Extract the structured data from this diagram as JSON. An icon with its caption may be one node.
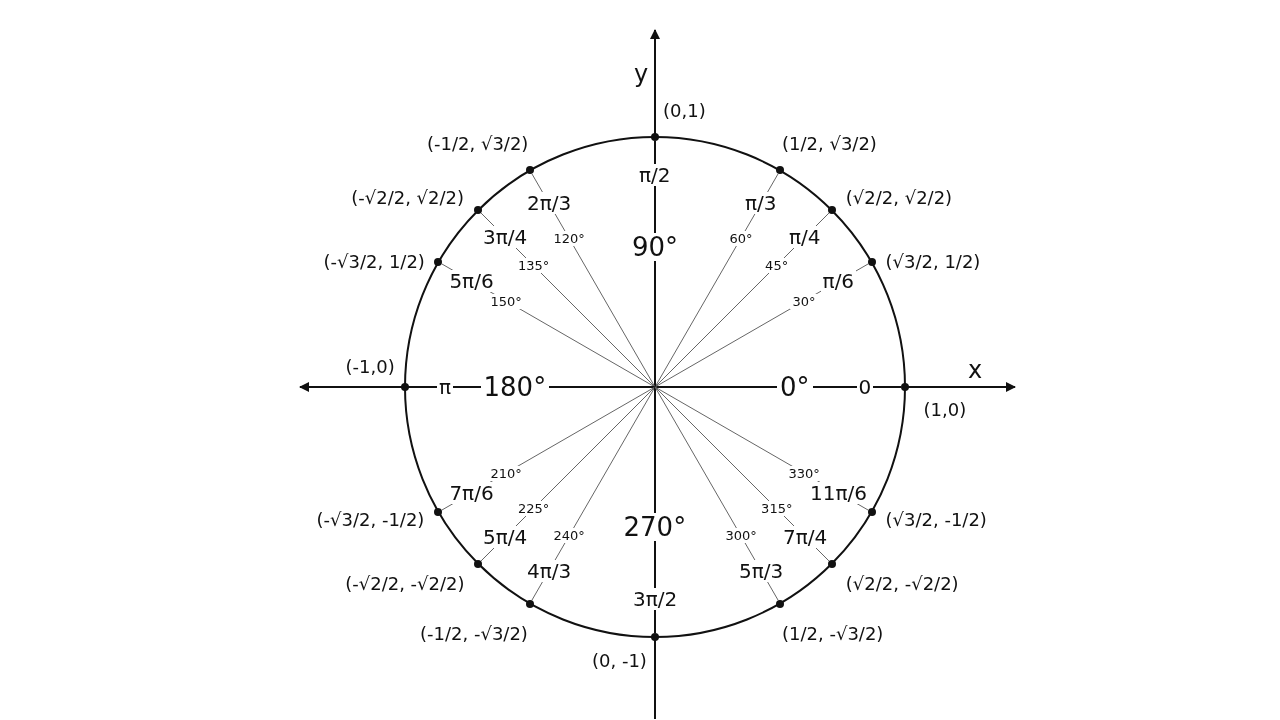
{
  "diagram": {
    "nodes": [
      {
        "text": [
          "(1,0)"
        ],
        "beside": [
          "0"
        ]
      },
      {
        "text": [
          "(√3/2, 1/2)"
        ],
        "beside": [
          "π/6"
        ]
      },
      {
        "text": [
          "(√2/2, √2/2)"
        ],
        "beside": [
          "π/4"
        ]
      },
      {
        "text": [
          "(1/2, √3/2)"
        ],
        "beside": [
          "π/3"
        ]
      },
      {
        "text": [
          "(0,1)"
        ],
        "beside": [
          "π/2"
        ]
      },
      {
        "text": [
          "(-1/2, √3/2)"
        ],
        "beside": [
          "2π/3"
        ]
      },
      {
        "text": [
          "(-√2/2, √2/2)"
        ],
        "beside": [
          "3π/4"
        ]
      },
      {
        "text": [
          "(-√3/2, 1/2)"
        ],
        "beside": [
          "5π/6"
        ]
      },
      {
        "text": [
          "(-1,0)"
        ],
        "beside": [
          "π"
        ]
      },
      {
        "text": [
          "(-√3/2, -1/2)"
        ],
        "beside": [
          "7π/6"
        ]
      },
      {
        "text": [
          "(-√2/2, -√2/2)"
        ],
        "beside": [
          "5π/4"
        ]
      },
      {
        "text": [
          "(-1/2, -√3/2)"
        ],
        "beside": [
          "4π/3"
        ]
      },
      {
        "text": [
          "(0, -1)"
        ],
        "beside": [
          "3π/2"
        ]
      },
      {
        "text": [
          "(1/2, -√3/2)"
        ],
        "beside": [
          "5π/3"
        ]
      },
      {
        "text": [
          "(√2/2, -√2/2)"
        ],
        "beside": [
          "7π/4"
        ]
      },
      {
        "text": [
          "(√3/2, -1/2)"
        ],
        "beside": [
          "11π/6"
        ]
      }
    ],
    "edges": [
      {
        "from": null,
        "to": 0,
        "arrow": "none",
        "label": "0°"
      },
      {
        "from": null,
        "to": 1,
        "arrow": "none",
        "label": "30°"
      },
      {
        "from": null,
        "to": 2,
        "arrow": "none",
        "label": "45°"
      },
      {
        "from": null,
        "to": 3,
        "arrow": "none",
        "label": "60°"
      },
      {
        "from": null,
        "to": 4,
        "arrow": "none",
        "label": "90°"
      },
      {
        "from": null,
        "to": 5,
        "arrow": "none",
        "label": "120°"
      },
      {
        "from": null,
        "to": 6,
        "arrow": "none",
        "label": "135°"
      },
      {
        "from": null,
        "to": 7,
        "arrow": "none",
        "label": "150°"
      },
      {
        "from": null,
        "to": 8,
        "arrow": "none",
        "label": "180°"
      },
      {
        "from": null,
        "to": 9,
        "arrow": "none",
        "label": "210°"
      },
      {
        "from": null,
        "to": 10,
        "arrow": "none",
        "label": "225°"
      },
      {
        "from": null,
        "to": 11,
        "arrow": "none",
        "label": "240°"
      },
      {
        "from": null,
        "to": 12,
        "arrow": "none",
        "label": "270°"
      },
      {
        "from": null,
        "to": 13,
        "arrow": "none",
        "label": "300°"
      },
      {
        "from": null,
        "to": 14,
        "arrow": "none",
        "label": "315°"
      },
      {
        "from": null,
        "to": 15,
        "arrow": "none",
        "label": "330°"
      }
    ],
    "labels": [
      "y",
      "x"
    ]
  }
}
